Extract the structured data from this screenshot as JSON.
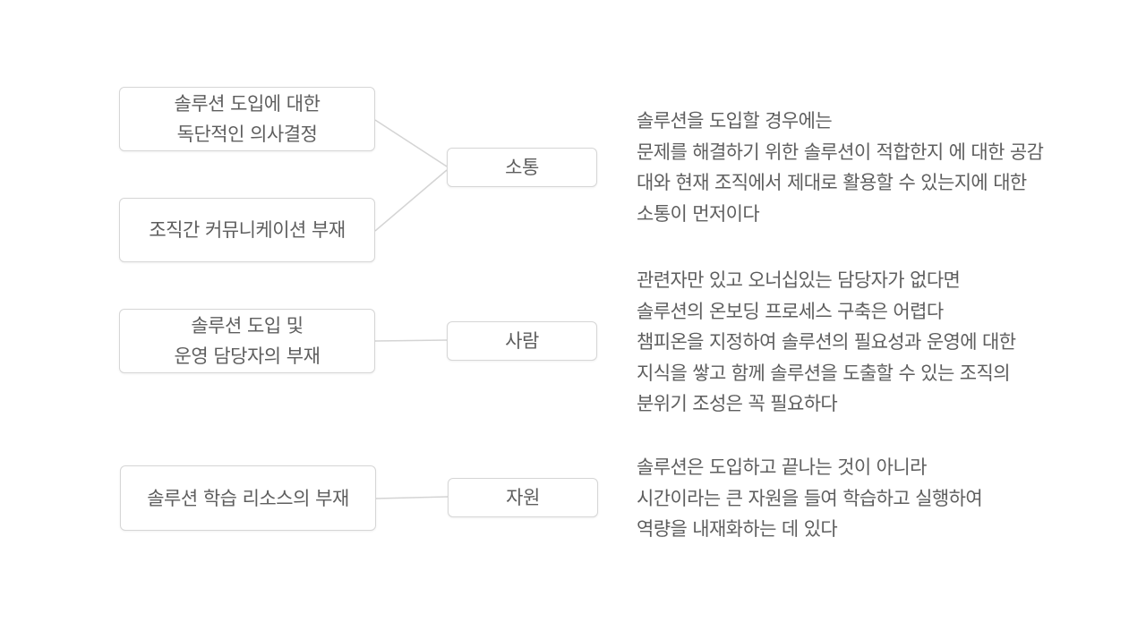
{
  "rows": [
    {
      "causes": [
        {
          "lines": [
            "솔루션 도입에 대한",
            "독단적인 의사결정"
          ]
        },
        {
          "lines": [
            "조직간 커뮤니케이션 부재"
          ]
        }
      ],
      "category": "소통",
      "description": [
        "솔루션을 도입할 경우에는",
        "문제를 해결하기 위한 솔루션이 적합한지 에 대한 공감",
        "대와 현재 조직에서 제대로 활용할 수 있는지에 대한",
        "소통이 먼저이다"
      ]
    },
    {
      "causes": [
        {
          "lines": [
            "솔루션 도입 및",
            "운영 담당자의 부재"
          ]
        }
      ],
      "category": "사람",
      "description": [
        "관련자만 있고 오너십있는 담당자가 없다면",
        "솔루션의 온보딩 프로세스 구축은 어렵다",
        "챔피온을 지정하여 솔루션의 필요성과 운영에 대한",
        "지식을 쌓고 함께 솔루션을 도출할 수 있는 조직의",
        "분위기 조성은 꼭 필요하다"
      ]
    },
    {
      "causes": [
        {
          "lines": [
            "솔루션 학습 리소스의 부재"
          ]
        }
      ],
      "category": "자원",
      "description": [
        "솔루션은 도입하고 끝나는 것이 아니라",
        "시간이라는 큰 자원을 들여 학습하고 실행하여",
        "역량을 내재화하는 데 있다"
      ]
    }
  ],
  "colors": {
    "border": "#d6d6d6",
    "connector": "#d4d4d4",
    "text": "#5e5e5e"
  }
}
